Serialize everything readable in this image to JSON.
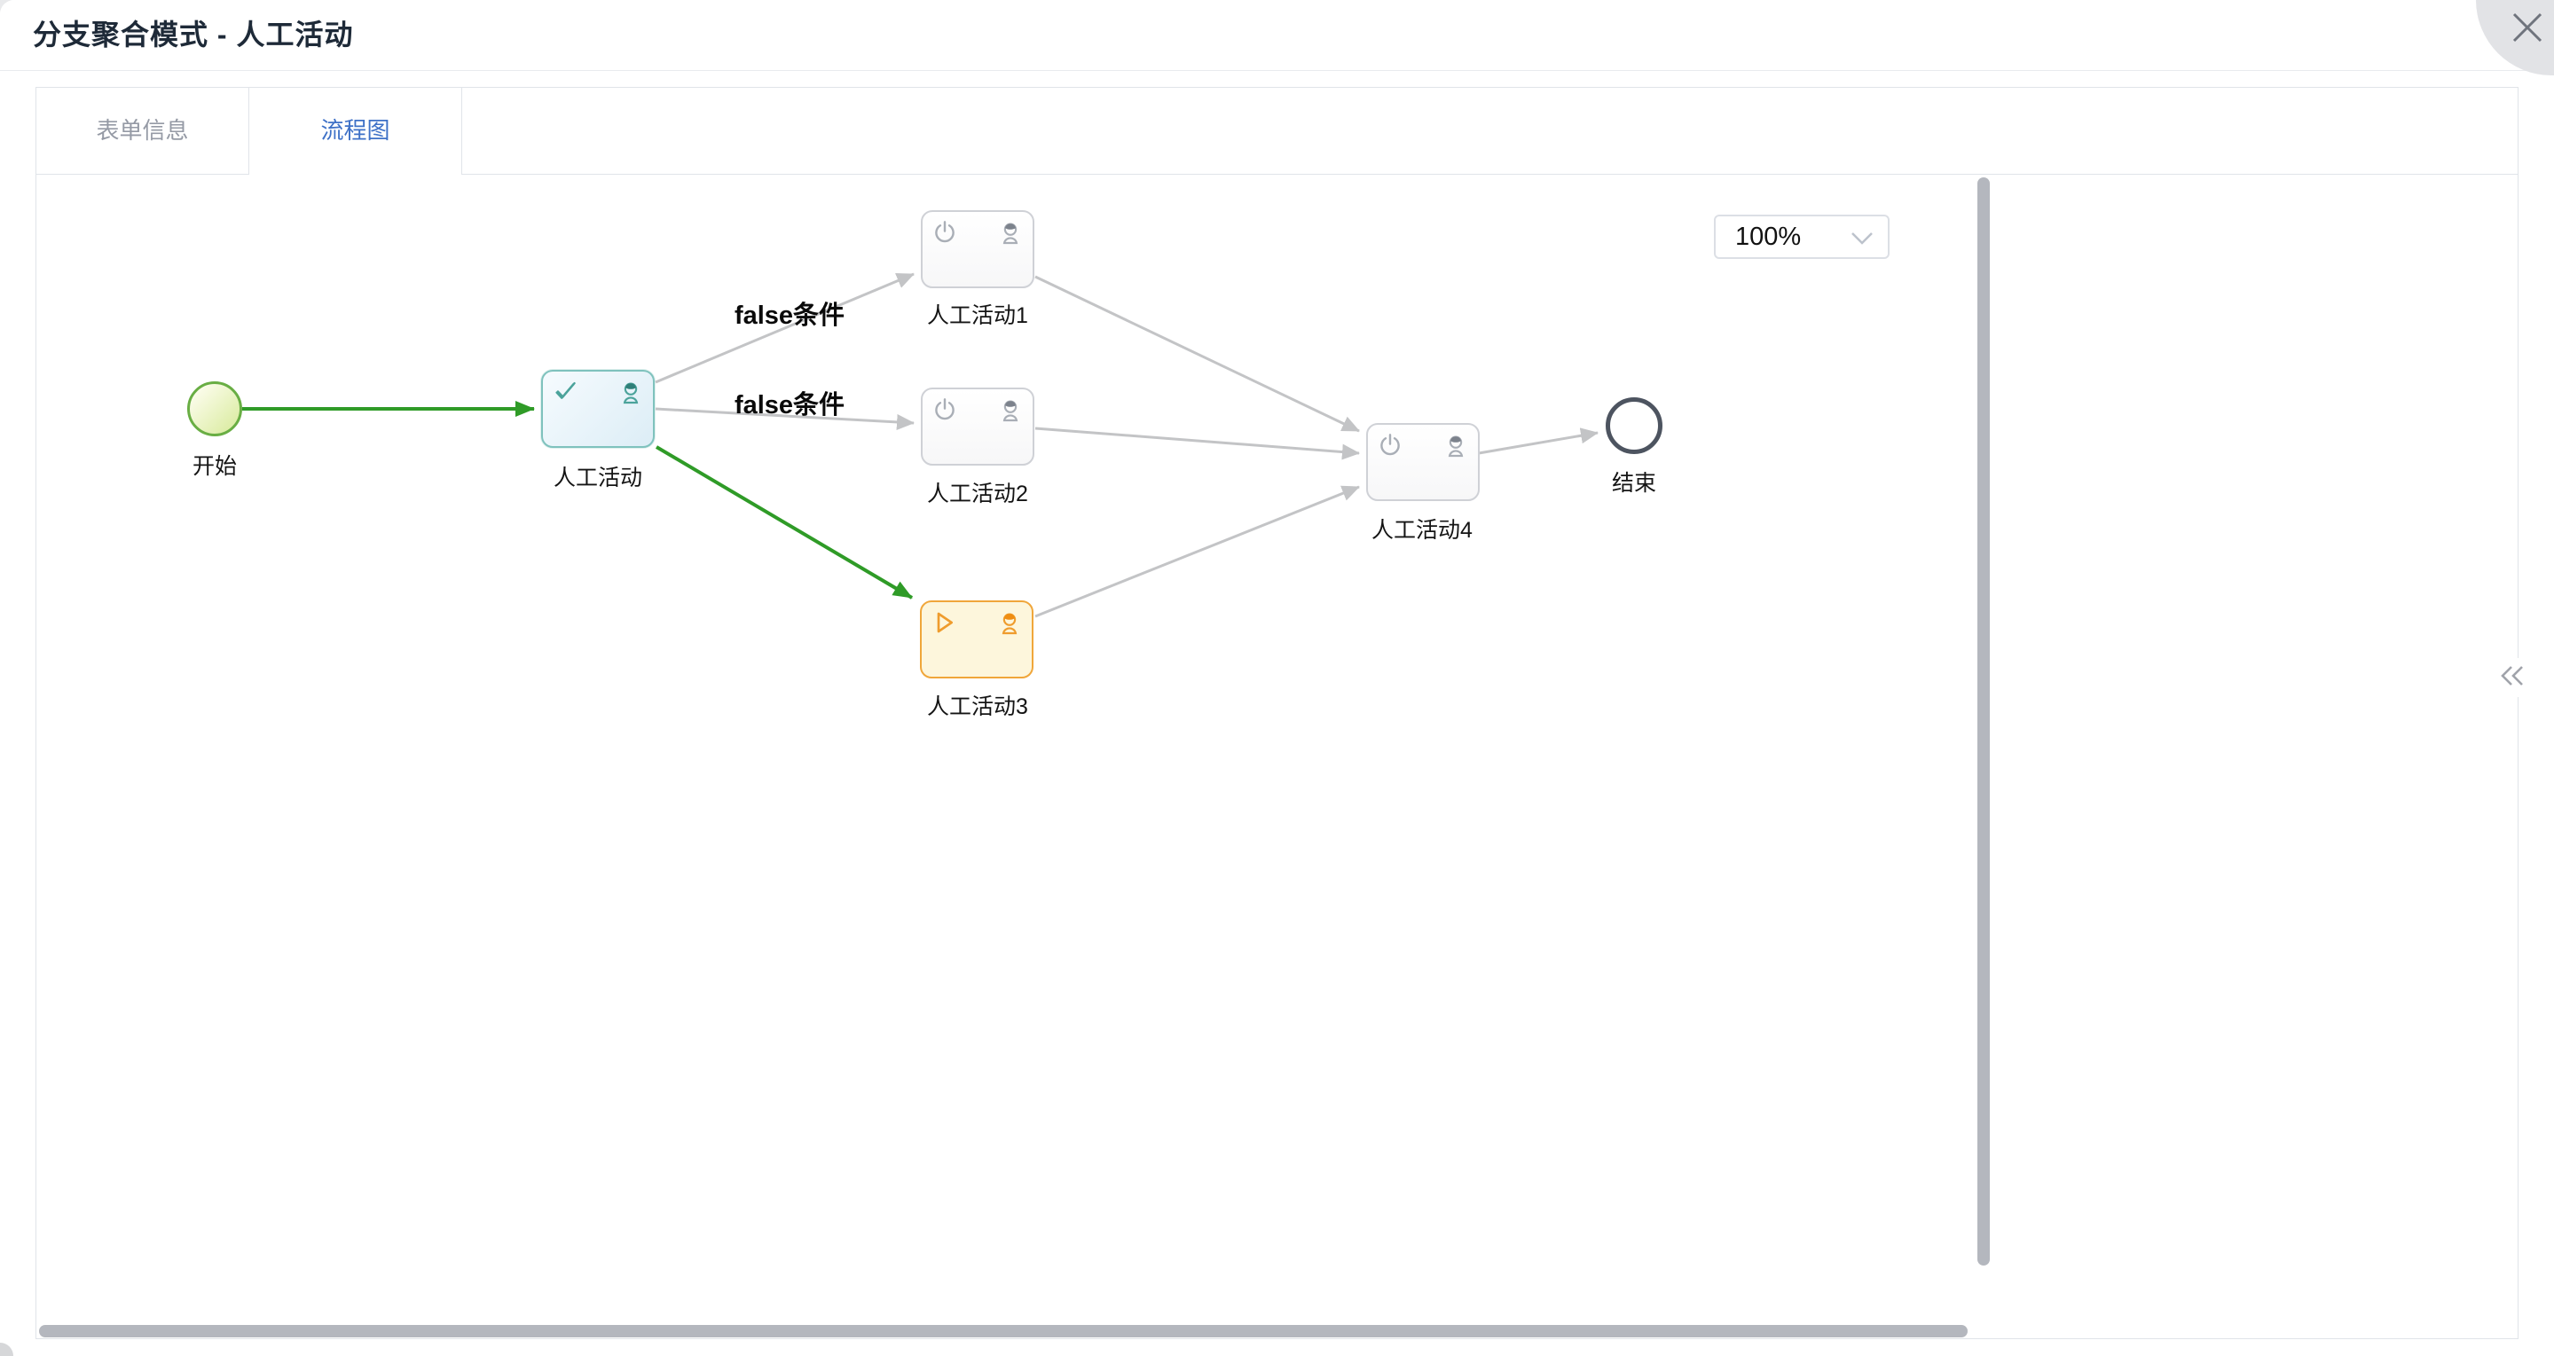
{
  "title": "分支聚合模式 - 人工活动",
  "tabs": {
    "form": {
      "label": "表单信息",
      "active": false
    },
    "flow": {
      "label": "流程图",
      "active": true
    }
  },
  "toolbar": {
    "zoom_value": "100%"
  },
  "diagram": {
    "nodes": {
      "start": {
        "label": "开始",
        "type": "start-event"
      },
      "main": {
        "label": "人工活动",
        "type": "user-task",
        "corner_icon": "check-icon",
        "state_color": "#4ba39b"
      },
      "t1": {
        "label": "人工活动1",
        "type": "user-task",
        "corner_icon": "power-icon",
        "state_color": "#a9aeb6"
      },
      "t2": {
        "label": "人工活动2",
        "type": "user-task",
        "corner_icon": "power-icon",
        "state_color": "#a9aeb6"
      },
      "t3": {
        "label": "人工活动3",
        "type": "user-task",
        "corner_icon": "play-icon",
        "state_color": "#ef9c2d"
      },
      "t4": {
        "label": "人工活动4",
        "type": "user-task",
        "corner_icon": "power-icon",
        "state_color": "#a9aeb6"
      },
      "end": {
        "label": "结束",
        "type": "end-event"
      }
    },
    "edge_labels": {
      "to_t1": "false条件",
      "to_t2": "false条件"
    }
  },
  "colors": {
    "tab_active_blue": "#3e71c7",
    "tab_inactive_gray": "#959aa5",
    "flow_green": "#2f9b27",
    "edge_gray": "#c3c4c6",
    "active_node_teal": "#7fc2bd",
    "highlight_orange": "#f0a63a",
    "start_green": "#69ae44",
    "end_ring_gray": "#4d5460"
  },
  "icons": [
    "close-icon",
    "chevron-down-icon",
    "collapse-left-icon",
    "check-icon",
    "power-icon",
    "play-icon",
    "user-icon"
  ]
}
